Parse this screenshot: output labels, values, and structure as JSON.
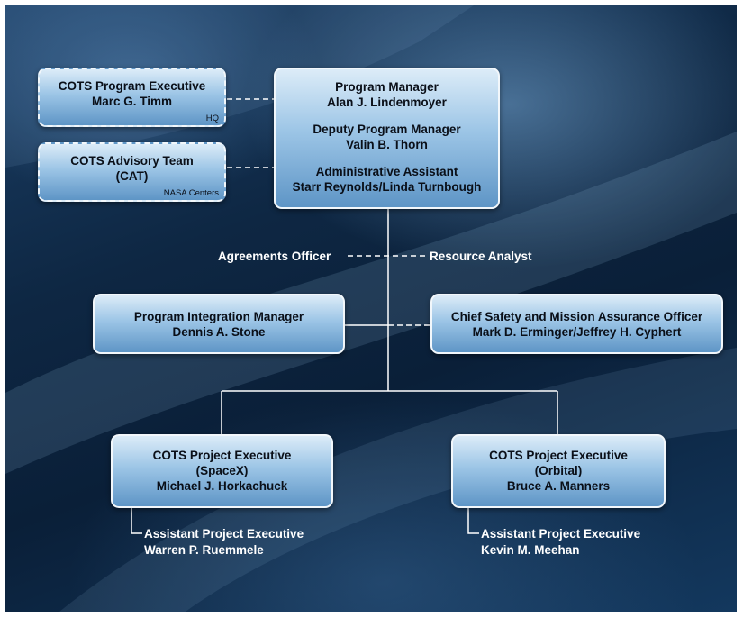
{
  "program_manager": {
    "title": "Program Manager",
    "name": "Alan J. Lindenmoyer",
    "deputy_title": "Deputy Program Manager",
    "deputy_name": "Valin B. Thorn",
    "assistant_title": "Administrative Assistant",
    "assistant_name": "Starr Reynolds/Linda Turnbough"
  },
  "program_executive": {
    "title": "COTS Program Executive",
    "name": "Marc G. Timm",
    "location": "HQ"
  },
  "advisory_team": {
    "title": "COTS Advisory Team",
    "abbr": "(CAT)",
    "location": "NASA Centers"
  },
  "agreements_officer": "Agreements Officer",
  "resource_analyst": "Resource Analyst",
  "integration_manager": {
    "title": "Program Integration Manager",
    "name": "Dennis A. Stone"
  },
  "safety_officer": {
    "title": "Chief Safety and Mission Assurance Officer",
    "name": "Mark D. Erminger/Jeffrey H. Cyphert"
  },
  "spacex_exec": {
    "title": "COTS Project Executive",
    "company": "(SpaceX)",
    "name": "Michael J. Horkachuck",
    "assistant_title": "Assistant Project Executive",
    "assistant_name": "Warren P. Ruemmele"
  },
  "orbital_exec": {
    "title": "COTS Project Executive",
    "company": "(Orbital)",
    "name": "Bruce A. Manners",
    "assistant_title": "Assistant Project Executive",
    "assistant_name": "Kevin M. Meehan"
  }
}
